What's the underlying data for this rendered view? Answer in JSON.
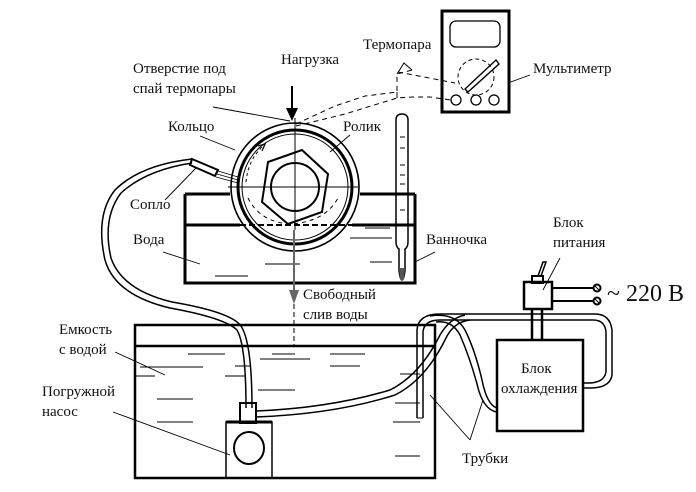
{
  "diagram": {
    "labels": {
      "load": "Нагрузка",
      "thermocouple": "Термопара",
      "multimeter": "Мультиметр",
      "hole_line1": "Отверстие под",
      "hole_line2": "спай термопары",
      "ring": "Кольцо",
      "roller": "Ролик",
      "nozzle": "Сопло",
      "water": "Вода",
      "bath": "Ванночка",
      "power_line1": "Блок",
      "power_line2": "питания",
      "voltage": "~ 220 В",
      "drain_line1": "Свободный",
      "drain_line2": "слив воды",
      "tank_line1": "Емкость",
      "tank_line2": "с водой",
      "pump_line1": "Погружной",
      "pump_line2": "насос",
      "cooler_line1": "Блок",
      "cooler_line2": "охлаждения",
      "tubes": "Трубки"
    },
    "colors": {
      "line": "#000000",
      "drain_arrow": "#666666",
      "background": "#ffffff"
    }
  }
}
